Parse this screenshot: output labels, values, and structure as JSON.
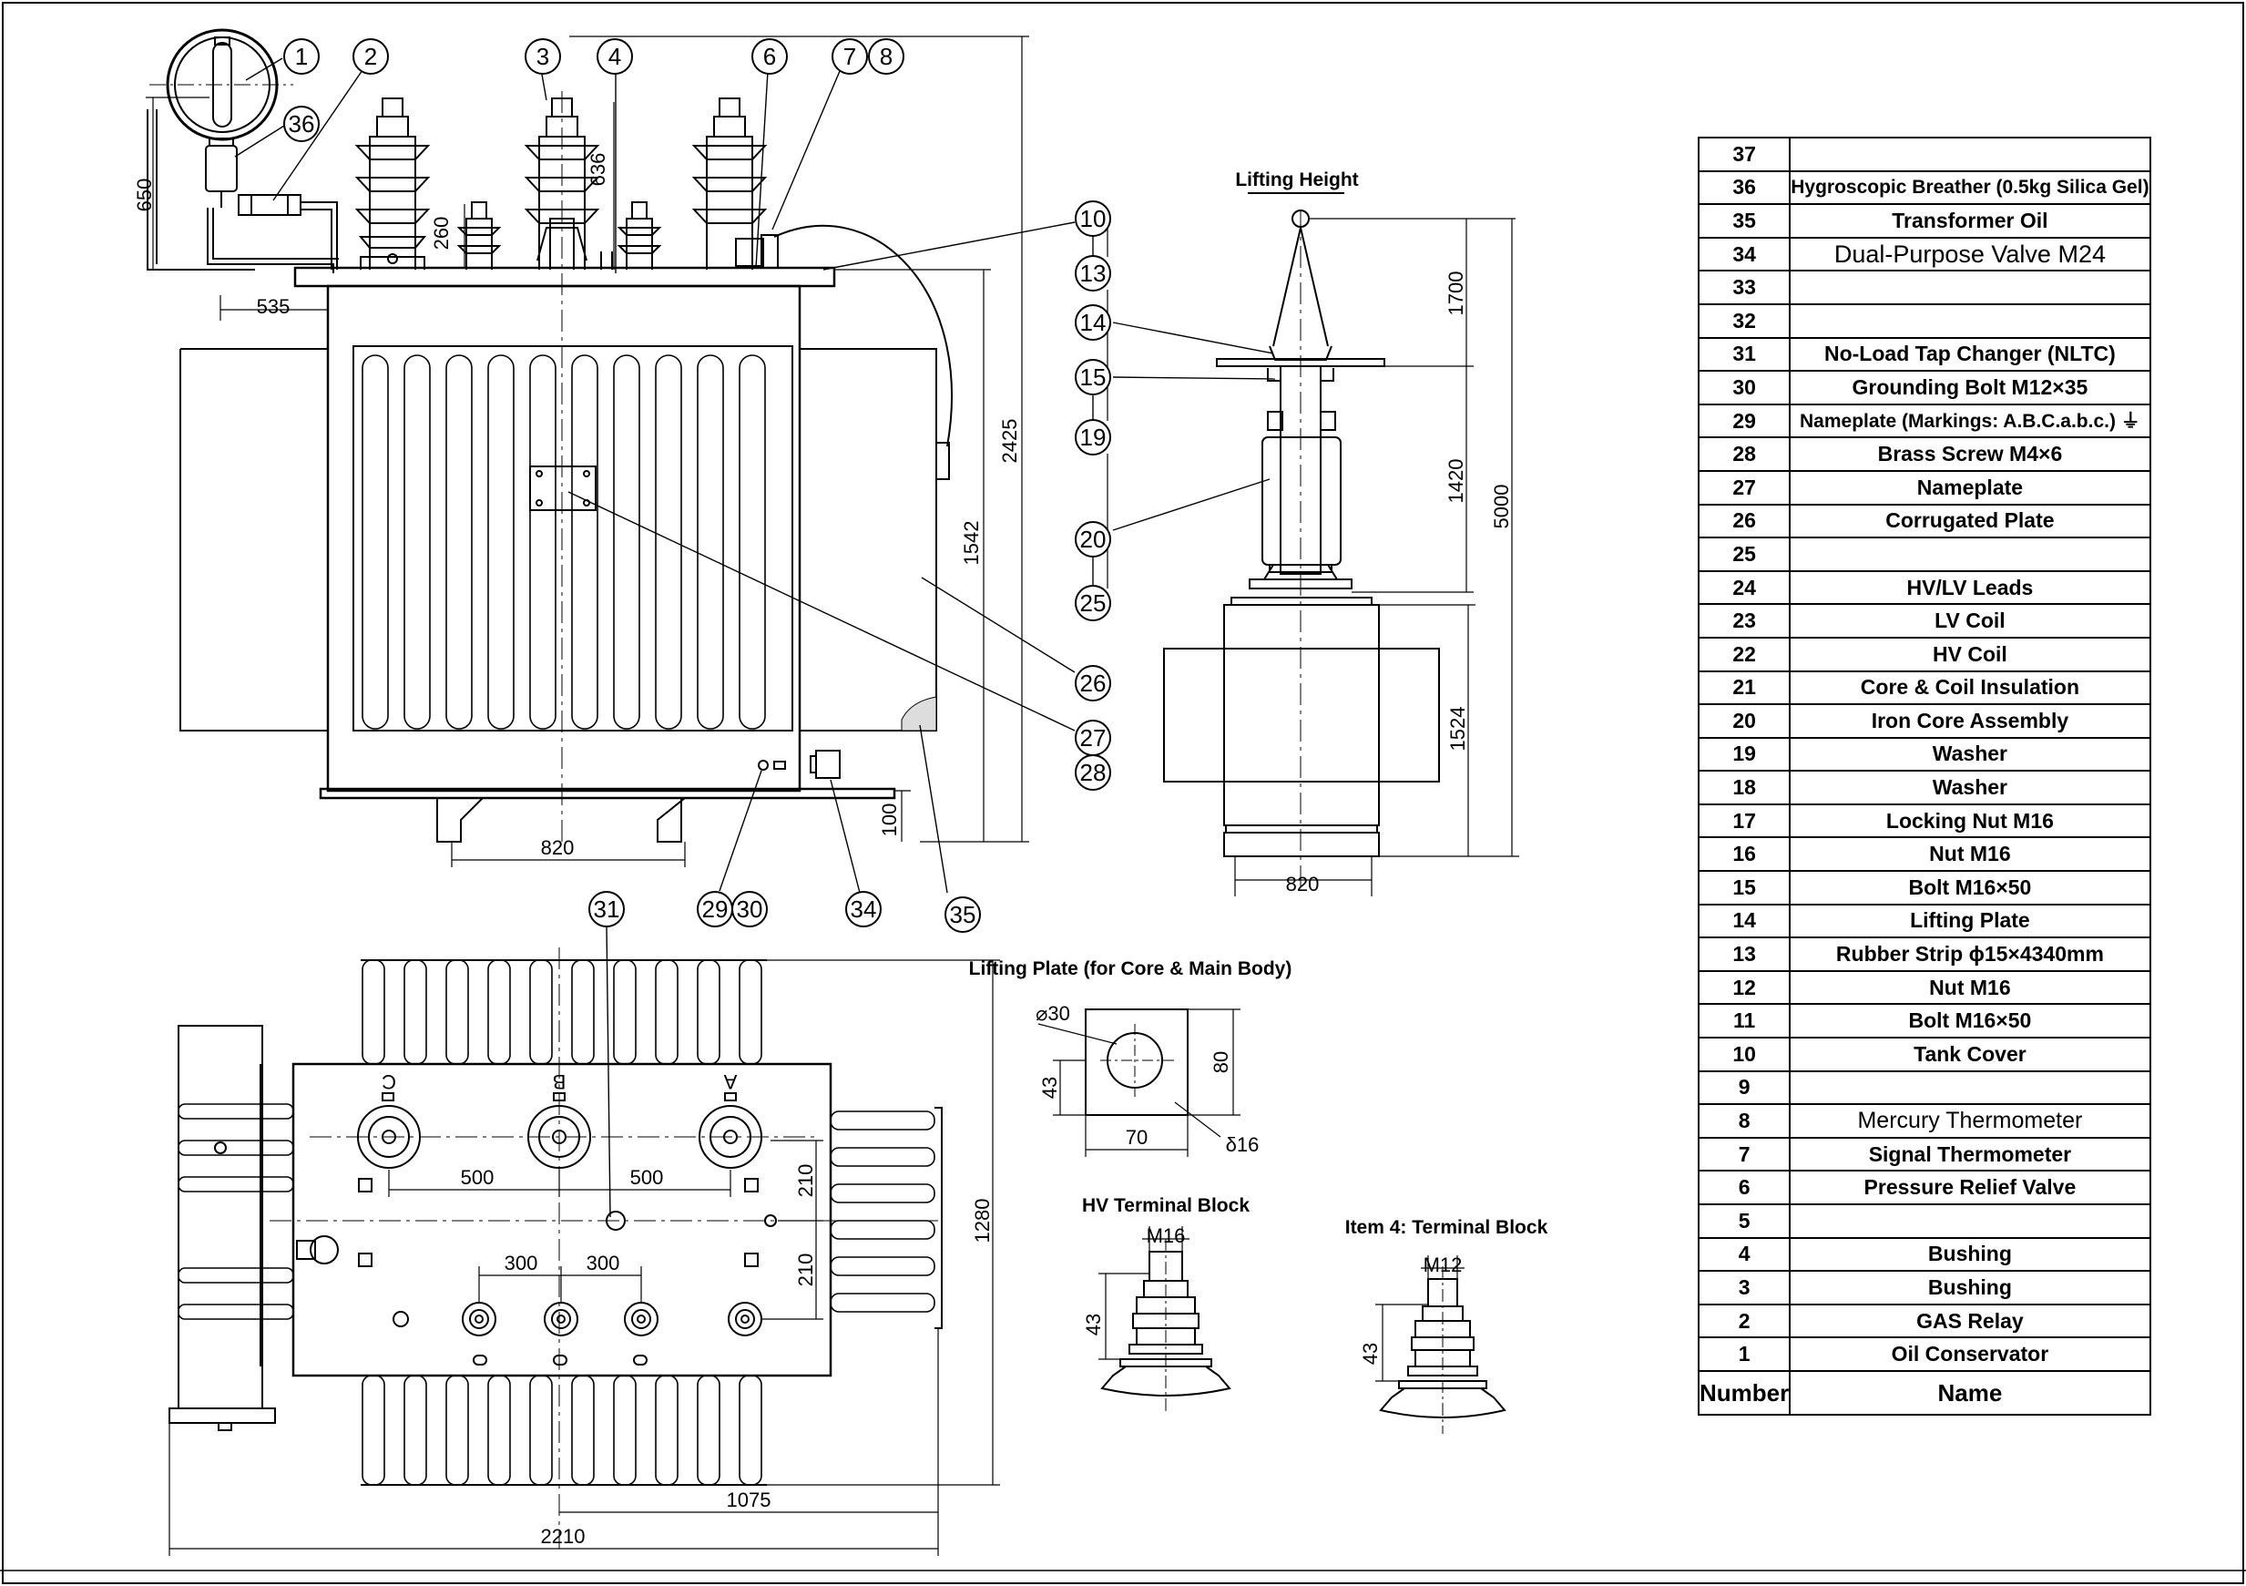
{
  "table": {
    "header": {
      "number": "Number",
      "name": "Name"
    },
    "rows": [
      {
        "num": "37",
        "name": ""
      },
      {
        "num": "36",
        "name": "Hygroscopic Breather (0.5kg Silica Gel)"
      },
      {
        "num": "35",
        "name": "Transformer Oil"
      },
      {
        "num": "34",
        "name": "Dual-Purpose Valve M24"
      },
      {
        "num": "33",
        "name": ""
      },
      {
        "num": "32",
        "name": ""
      },
      {
        "num": "31",
        "name": "No-Load Tap Changer (NLTC)"
      },
      {
        "num": "30",
        "name": "Grounding Bolt M12×35"
      },
      {
        "num": "29",
        "name": "Nameplate (Markings: A.B.C.a.b.c.) ⏚"
      },
      {
        "num": "28",
        "name": "Brass Screw M4×6"
      },
      {
        "num": "27",
        "name": "Nameplate"
      },
      {
        "num": "26",
        "name": "Corrugated Plate"
      },
      {
        "num": "25",
        "name": ""
      },
      {
        "num": "24",
        "name": "HV/LV Leads"
      },
      {
        "num": "23",
        "name": "LV Coil"
      },
      {
        "num": "22",
        "name": "HV Coil"
      },
      {
        "num": "21",
        "name": "Core & Coil Insulation"
      },
      {
        "num": "20",
        "name": "Iron Core Assembly"
      },
      {
        "num": "19",
        "name": "Washer"
      },
      {
        "num": "18",
        "name": "Washer"
      },
      {
        "num": "17",
        "name": "Locking Nut M16"
      },
      {
        "num": "16",
        "name": "Nut M16"
      },
      {
        "num": "15",
        "name": "Bolt M16×50"
      },
      {
        "num": "14",
        "name": "Lifting Plate"
      },
      {
        "num": "13",
        "name": "Rubber Strip ϕ15×4340mm"
      },
      {
        "num": "12",
        "name": "Nut M16"
      },
      {
        "num": "11",
        "name": "Bolt M16×50"
      },
      {
        "num": "10",
        "name": "Tank Cover"
      },
      {
        "num": "9",
        "name": ""
      },
      {
        "num": "8",
        "name": "Mercury Thermometer"
      },
      {
        "num": "7",
        "name": "Signal Thermometer"
      },
      {
        "num": "6",
        "name": "Pressure Relief Valve"
      },
      {
        "num": "5",
        "name": ""
      },
      {
        "num": "4",
        "name": "Bushing"
      },
      {
        "num": "3",
        "name": "Bushing"
      },
      {
        "num": "2",
        "name": "GAS Relay"
      },
      {
        "num": "1",
        "name": "Oil Conservator"
      }
    ]
  },
  "captions": {
    "lifting_height": "Lifting Height",
    "lifting_plate": "Lifting Plate (for Core & Main Body)",
    "hv_terminal": "HV Terminal Block",
    "item4_terminal": "Item 4: Terminal Block"
  },
  "front_dims": {
    "d650": "650",
    "d535": "535",
    "d260": "260",
    "d636": "636",
    "d1542": "1542",
    "d2425": "2425",
    "d820": "820",
    "d100": "100"
  },
  "core_dims": {
    "d1700": "1700",
    "d1420": "1420",
    "d5000": "5000",
    "d1524": "1524",
    "d820": "820"
  },
  "top_dims": {
    "d500a": "500",
    "d500b": "500",
    "d300a": "300",
    "d300b": "300",
    "d210a": "210",
    "d210b": "210",
    "d1280": "1280",
    "d1075": "1075",
    "d2210": "2210"
  },
  "top_labels": {
    "c": "C",
    "b": "B",
    "a": "A"
  },
  "plate_dims": {
    "dia": "⌀30",
    "d80": "80",
    "d43": "43",
    "d70": "70",
    "d16": "δ16"
  },
  "hv_dims": {
    "m": "M16",
    "h": "43"
  },
  "lv_dims": {
    "m": "M12",
    "h": "43"
  },
  "balloons": {
    "b1": "1",
    "b2": "2",
    "b3": "3",
    "b4": "4",
    "b6": "6",
    "b7": "7",
    "b8": "8",
    "b36": "36",
    "b10": "10",
    "b13": "13",
    "b14": "14",
    "b15": "15",
    "b19": "19",
    "b20": "20",
    "b25": "25",
    "b26": "26",
    "b27": "27",
    "b28": "28",
    "b29": "29",
    "b30": "30",
    "b34": "34",
    "b35": "35",
    "b31": "31"
  }
}
